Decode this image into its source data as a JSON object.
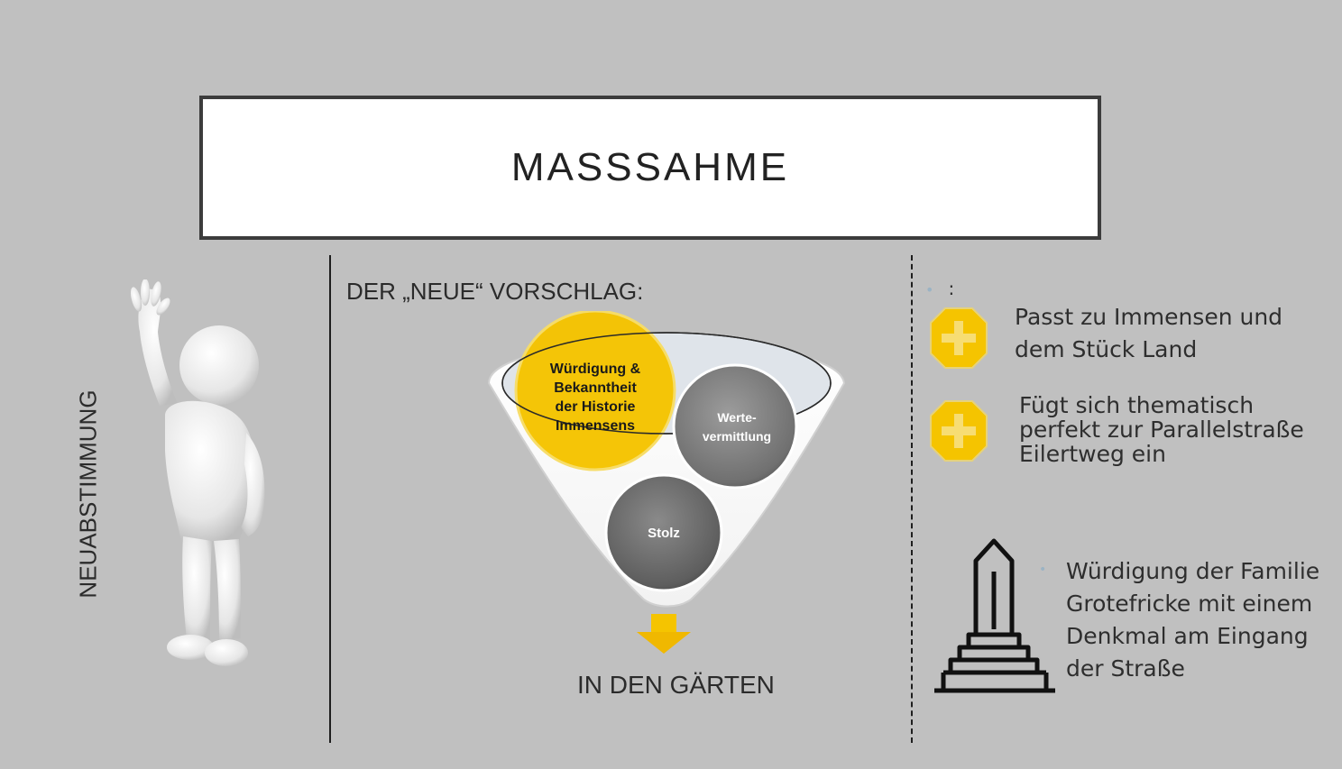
{
  "slide": {
    "title": "MASSSAHME",
    "side_label": "NEUABSTIMMUNG"
  },
  "middle": {
    "heading": "DER „NEUE“ VORSCHLAG:",
    "funnel_items": [
      "Würdigung &",
      "Bekanntheit",
      "der Historie",
      "Immensens",
      "Werte-",
      "vermittlung",
      "Stolz"
    ],
    "funnel_output": "IN DEN GÄRTEN"
  },
  "right": {
    "colon_bullet": ":",
    "points": [
      {
        "lines": [
          "Passt zu Immensen und",
          "dem Stück Land"
        ],
        "icon": "plus-icon"
      },
      {
        "lines": [
          "Fügt sich thematisch",
          "perfekt zur Parallelstraße",
          "Eilertweg ein"
        ],
        "icon": "plus-icon"
      }
    ],
    "monument_text": [
      "Würdigung der Familie",
      "Grotefricke mit einem",
      "Denkmal am Eingang",
      "der Straße"
    ],
    "monument_icon": "obelisk-icon"
  },
  "colors": {
    "background": "#c0c0c0",
    "accent_yellow": "#f5c400",
    "circle_gray": "#6b6b6b"
  }
}
